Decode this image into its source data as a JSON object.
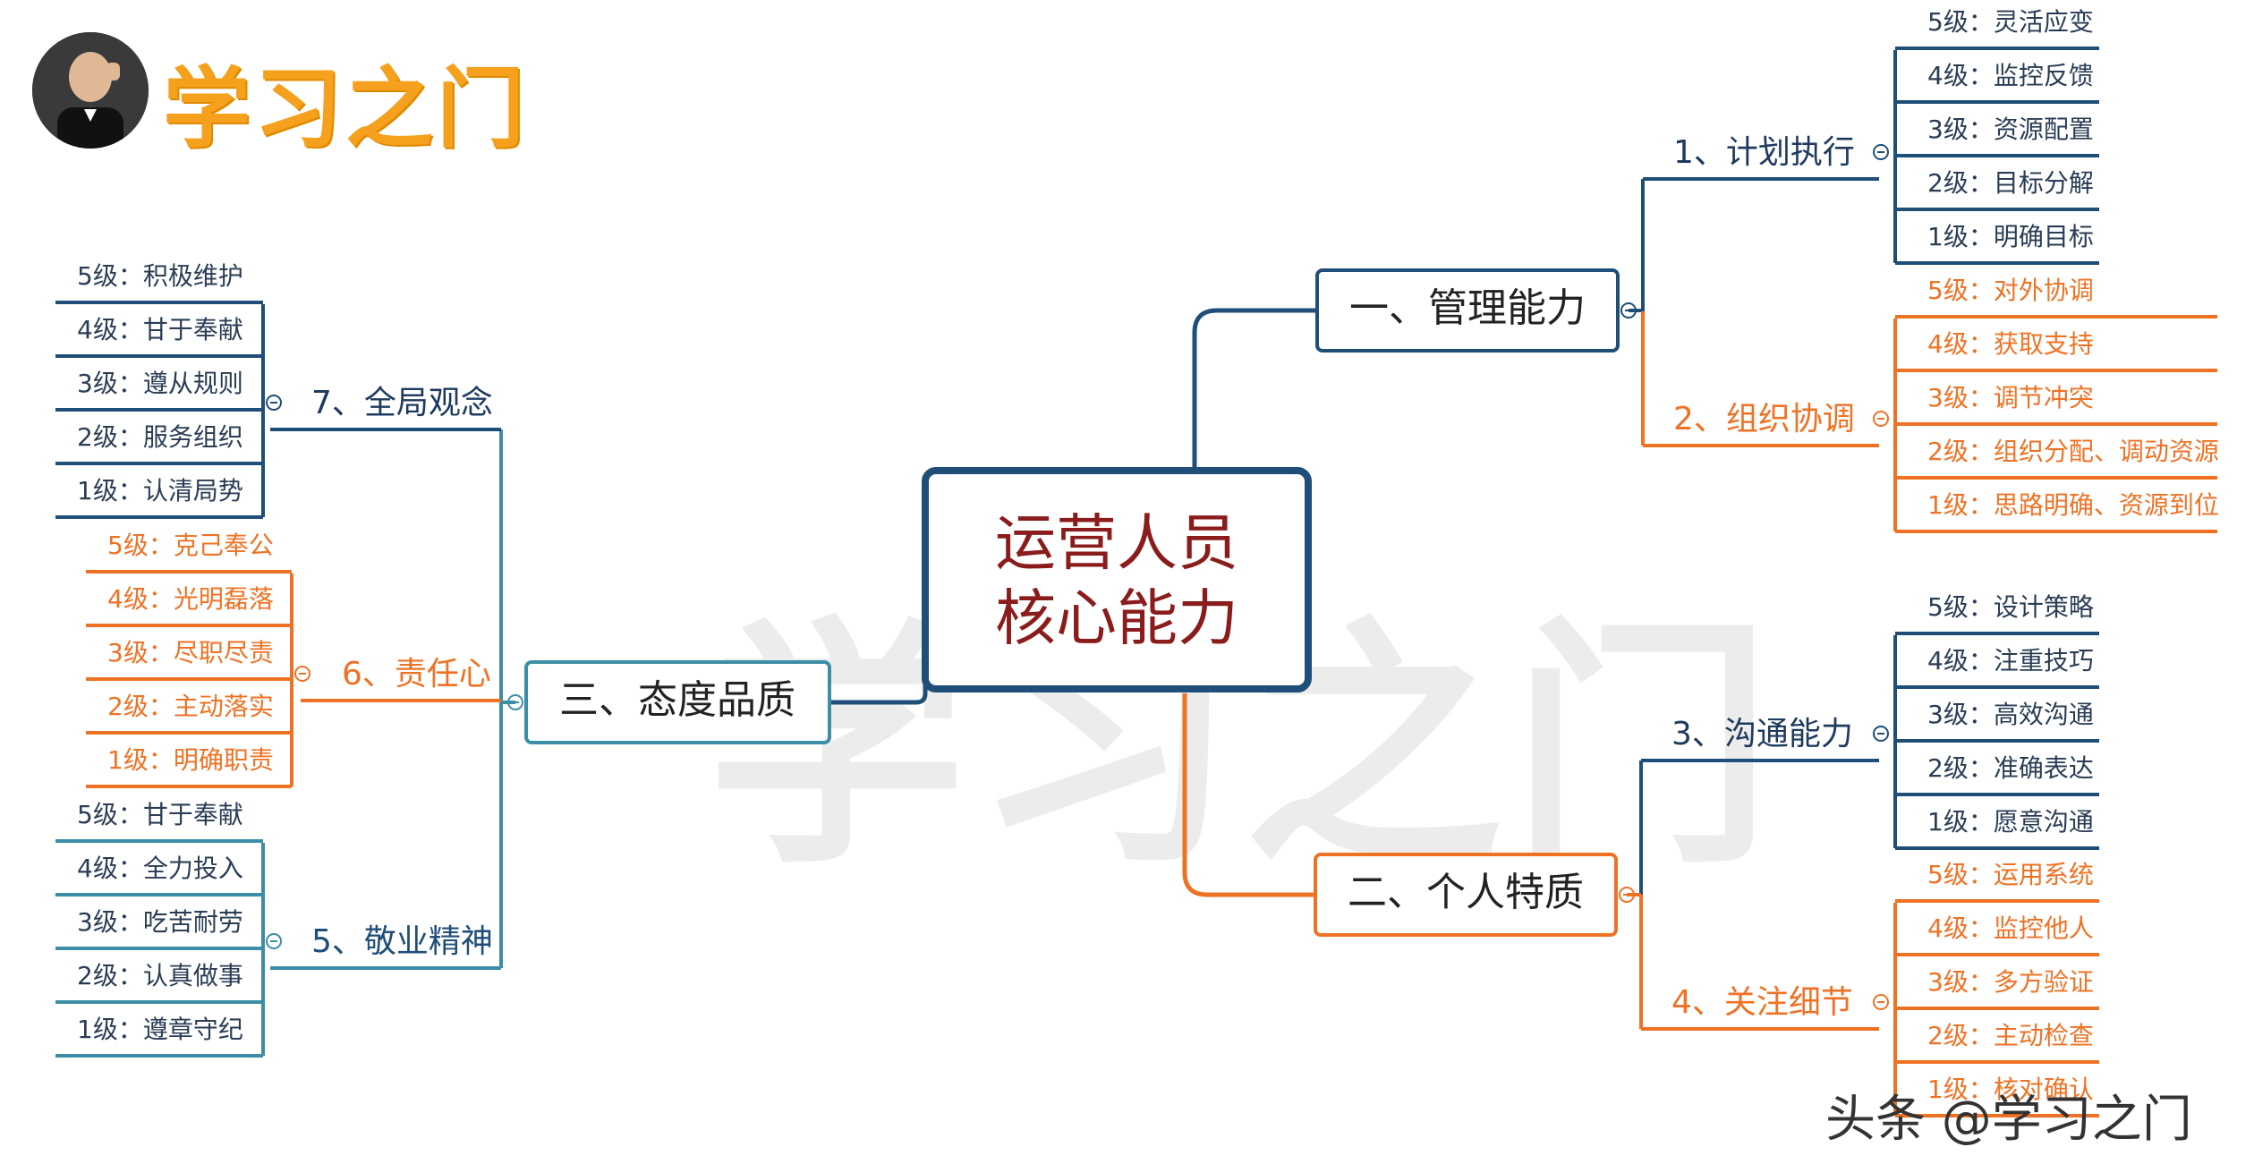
{
  "brand": {
    "title": "学习之门",
    "watermark": "学习之门",
    "source": "头条 @学习之门"
  },
  "colors": {
    "navy": "#1f4e79",
    "orange": "#ef7224",
    "teal": "#3b8ea5",
    "center_text": "#8b1c1c"
  },
  "center": {
    "line1": "运营人员",
    "line2": "核心能力"
  },
  "branches": [
    {
      "label": "一、管理能力",
      "color": "navy",
      "subs": [
        {
          "label": "1、计划执行",
          "color": "navy",
          "leaves": [
            "5级：灵活应变",
            "4级：监控反馈",
            "3级：资源配置",
            "2级：目标分解",
            "1级：明确目标"
          ]
        },
        {
          "label": "2、组织协调",
          "color": "orange",
          "leaves": [
            "5级：对外协调",
            "4级：获取支持",
            "3级：调节冲突",
            "2级：组织分配、调动资源",
            "1级：思路明确、资源到位"
          ]
        }
      ]
    },
    {
      "label": "二、个人特质",
      "color": "orange",
      "subs": [
        {
          "label": "3、沟通能力",
          "color": "navy",
          "leaves": [
            "5级：设计策略",
            "4级：注重技巧",
            "3级：高效沟通",
            "2级：准确表达",
            "1级：愿意沟通"
          ]
        },
        {
          "label": "4、关注细节",
          "color": "orange",
          "leaves": [
            "5级：运用系统",
            "4级：监控他人",
            "3级：多方验证",
            "2级：主动检查",
            "1级：核对确认"
          ]
        }
      ]
    },
    {
      "label": "三、态度品质",
      "color": "teal",
      "subs": [
        {
          "label": "7、全局观念",
          "color": "navy",
          "leaves": [
            "5级：积极维护",
            "4级：甘于奉献",
            "3级：遵从规则",
            "2级：服务组织",
            "1级：认清局势"
          ]
        },
        {
          "label": "6、责任心",
          "color": "orange",
          "leaves": [
            "5级：克己奉公",
            "4级：光明磊落",
            "3级：尽职尽责",
            "2级：主动落实",
            "1级：明确职责"
          ]
        },
        {
          "label": "5、敬业精神",
          "color": "teal",
          "leaves": [
            "5级：甘于奉献",
            "4级：全力投入",
            "3级：吃苦耐劳",
            "2级：认真做事",
            "1级：遵章守纪"
          ]
        }
      ]
    }
  ]
}
